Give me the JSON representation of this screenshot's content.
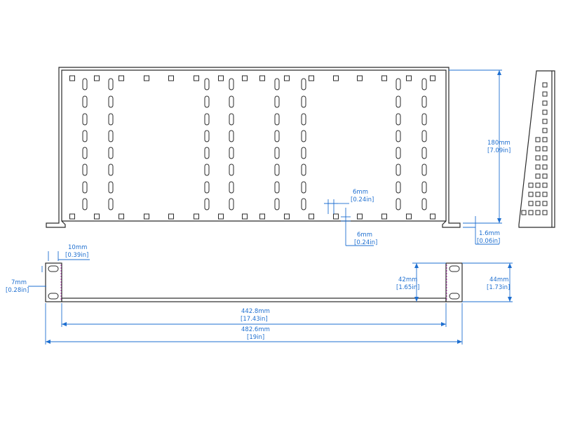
{
  "dimensions": {
    "height_180": {
      "metric": "180mm",
      "imperial": "[7.09in]"
    },
    "hole_6_vertical": {
      "metric": "6mm",
      "imperial": "[0.24in]"
    },
    "hole_6_horizontal": {
      "metric": "6mm",
      "imperial": "[0.24in]"
    },
    "thickness_1_6": {
      "metric": "1.6mm",
      "imperial": "[0.06in]"
    },
    "ear_10": {
      "metric": "10mm",
      "imperial": "[0.39in]"
    },
    "ear_7": {
      "metric": "7mm",
      "imperial": "[0.28in]"
    },
    "height_42": {
      "metric": "42mm",
      "imperial": "[1.65in]"
    },
    "height_44": {
      "metric": "44mm",
      "imperial": "[1.73in]"
    },
    "width_442_8": {
      "metric": "442.8mm",
      "imperial": "[17.43in]"
    },
    "width_482_6": {
      "metric": "482.6mm",
      "imperial": "[19in]"
    }
  },
  "colors": {
    "outline": "#2a2a2a",
    "dimension": "#1e6fd0",
    "hidden": "#c040c0"
  }
}
